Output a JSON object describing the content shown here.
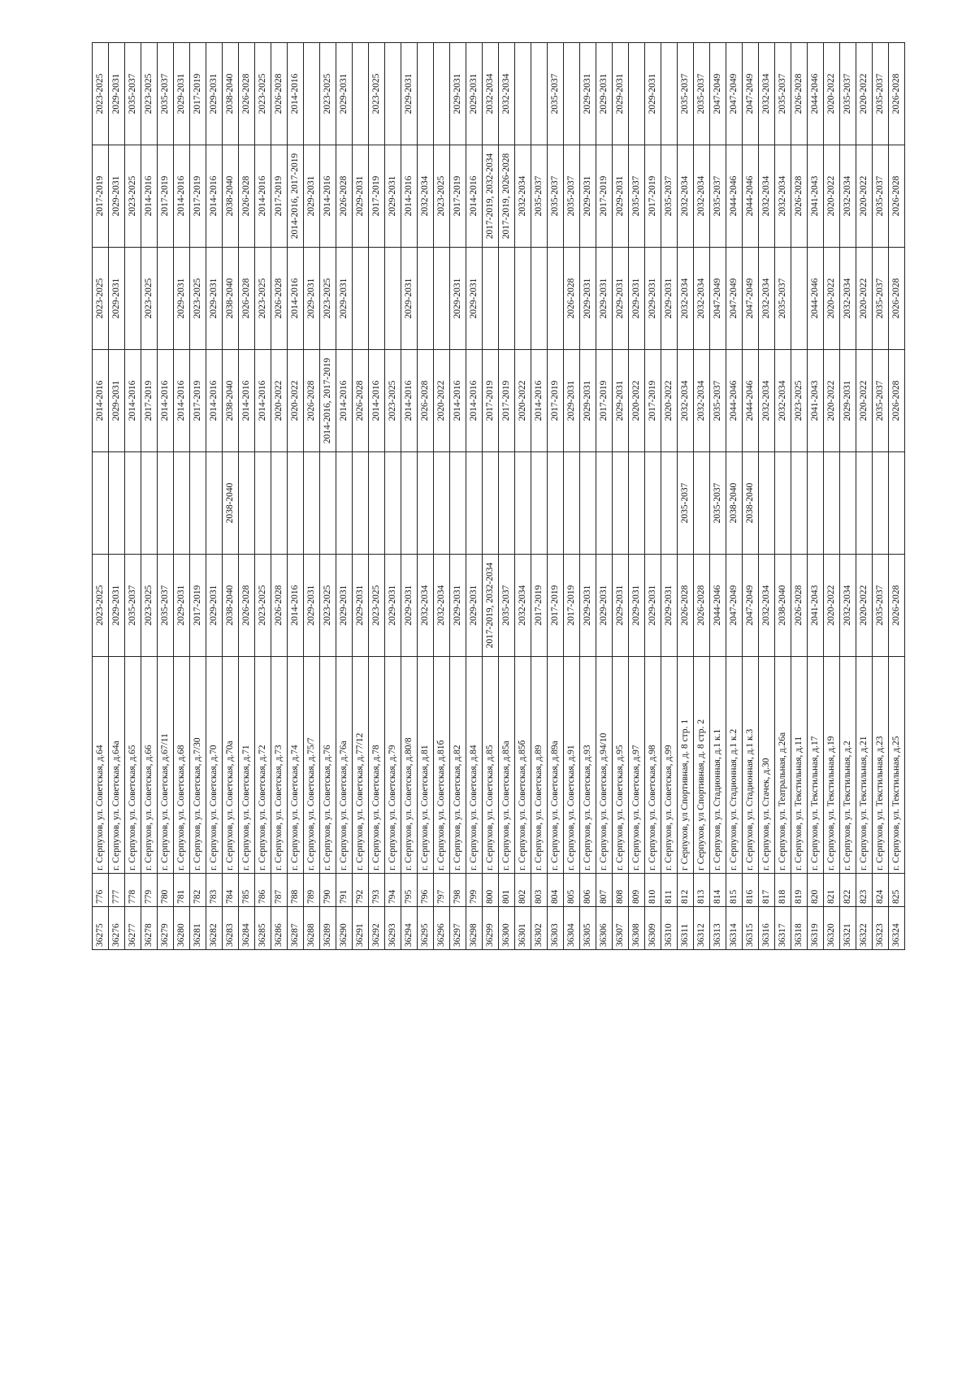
{
  "rows": [
    {
      "id": "36275",
      "no": "776",
      "address": "г. Серпухов, ул. Советская, д.64",
      "c1": "2023-2025",
      "c2": "",
      "c3": "2014-2016",
      "c4": "2023-2025",
      "c5": "2017-2019",
      "c6": "2023-2025"
    },
    {
      "id": "36276",
      "no": "777",
      "address": "г. Серпухов, ул. Советская, д.64а",
      "c1": "2029-2031",
      "c2": "",
      "c3": "2029-2031",
      "c4": "2029-2031",
      "c5": "2029-2031",
      "c6": "2029-2031"
    },
    {
      "id": "36277",
      "no": "778",
      "address": "г. Серпухов, ул. Советская, д.65",
      "c1": "2035-2037",
      "c2": "",
      "c3": "2014-2016",
      "c4": "",
      "c5": "2023-2025",
      "c6": "2035-2037"
    },
    {
      "id": "36278",
      "no": "779",
      "address": "г. Серпухов, ул. Советская, д.66",
      "c1": "2023-2025",
      "c2": "",
      "c3": "2017-2019",
      "c4": "2023-2025",
      "c5": "2014-2016",
      "c6": "2023-2025"
    },
    {
      "id": "36279",
      "no": "780",
      "address": "г. Серпухов, ул. Советская, д.67/11",
      "c1": "2035-2037",
      "c2": "",
      "c3": "2014-2016",
      "c4": "",
      "c5": "2017-2019",
      "c6": "2035-2037"
    },
    {
      "id": "36280",
      "no": "781",
      "address": "г. Серпухов, ул. Советская, д.68",
      "c1": "2029-2031",
      "c2": "",
      "c3": "2014-2016",
      "c4": "2029-2031",
      "c5": "2014-2016",
      "c6": "2029-2031"
    },
    {
      "id": "36281",
      "no": "782",
      "address": "г. Серпухов, ул. Советская, д.7/30",
      "c1": "2017-2019",
      "c2": "",
      "c3": "2017-2019",
      "c4": "2023-2025",
      "c5": "2017-2019",
      "c6": "2017-2019"
    },
    {
      "id": "36282",
      "no": "783",
      "address": "г. Серпухов, ул. Советская, д.70",
      "c1": "2029-2031",
      "c2": "",
      "c3": "2014-2016",
      "c4": "2029-2031",
      "c5": "2014-2016",
      "c6": "2029-2031"
    },
    {
      "id": "36283",
      "no": "784",
      "address": "г. Серпухов, ул. Советская, д.70а",
      "c1": "2038-2040",
      "c2": "2038-2040",
      "c3": "2038-2040",
      "c4": "2038-2040",
      "c5": "2038-2040",
      "c6": "2038-2040"
    },
    {
      "id": "36284",
      "no": "785",
      "address": "г. Серпухов, ул. Советская, д.71",
      "c1": "2026-2028",
      "c2": "",
      "c3": "2014-2016",
      "c4": "2026-2028",
      "c5": "2026-2028",
      "c6": "2026-2028"
    },
    {
      "id": "36285",
      "no": "786",
      "address": "г. Серпухов, ул. Советская, д.72",
      "c1": "2023-2025",
      "c2": "",
      "c3": "2014-2016",
      "c4": "2023-2025",
      "c5": "2014-2016",
      "c6": "2023-2025"
    },
    {
      "id": "36286",
      "no": "787",
      "address": "г. Серпухов, ул. Советская, д.73",
      "c1": "2026-2028",
      "c2": "",
      "c3": "2020-2022",
      "c4": "2026-2028",
      "c5": "2017-2019",
      "c6": "2026-2028"
    },
    {
      "id": "36287",
      "no": "788",
      "address": "г. Серпухов, ул. Советская, д.74",
      "c1": "2014-2016",
      "c2": "",
      "c3": "2020-2022",
      "c4": "2014-2016",
      "c5": "2014-2016, 2017-2019",
      "c6": "2014-2016"
    },
    {
      "id": "36288",
      "no": "789",
      "address": "г. Серпухов, ул. Советская, д.75/7",
      "c1": "2029-2031",
      "c2": "",
      "c3": "2026-2028",
      "c4": "2029-2031",
      "c5": "2029-2031",
      "c6": ""
    },
    {
      "id": "36289",
      "no": "790",
      "address": "г. Серпухов, ул. Советская, д.76",
      "c1": "2023-2025",
      "c2": "",
      "c3": "2014-2016, 2017-2019",
      "c4": "2023-2025",
      "c5": "2014-2016",
      "c6": "2023-2025"
    },
    {
      "id": "36290",
      "no": "791",
      "address": "г. Серпухов, ул. Советская, д.76а",
      "c1": "2029-2031",
      "c2": "",
      "c3": "2014-2016",
      "c4": "2029-2031",
      "c5": "2026-2028",
      "c6": "2029-2031"
    },
    {
      "id": "36291",
      "no": "792",
      "address": "г. Серпухов, ул. Советская, д.77/12",
      "c1": "2029-2031",
      "c2": "",
      "c3": "2026-2028",
      "c4": "",
      "c5": "2029-2031",
      "c6": ""
    },
    {
      "id": "36292",
      "no": "793",
      "address": "г. Серпухов, ул. Советская, д.78",
      "c1": "2023-2025",
      "c2": "",
      "c3": "2014-2016",
      "c4": "",
      "c5": "2017-2019",
      "c6": "2023-2025"
    },
    {
      "id": "36293",
      "no": "794",
      "address": "г. Серпухов, ул. Советская, д.79",
      "c1": "2029-2031",
      "c2": "",
      "c3": "2023-2025",
      "c4": "",
      "c5": "2029-2031",
      "c6": ""
    },
    {
      "id": "36294",
      "no": "795",
      "address": "г. Серпухов, ул. Советская, д.80/8",
      "c1": "2029-2031",
      "c2": "",
      "c3": "2014-2016",
      "c4": "2029-2031",
      "c5": "2014-2016",
      "c6": "2029-2031"
    },
    {
      "id": "36295",
      "no": "796",
      "address": "г. Серпухов, ул. Советская, д.81",
      "c1": "2032-2034",
      "c2": "",
      "c3": "2026-2028",
      "c4": "",
      "c5": "2032-2034",
      "c6": ""
    },
    {
      "id": "36296",
      "no": "797",
      "address": "г. Серпухов, ул. Советская, д.81б",
      "c1": "2032-2034",
      "c2": "",
      "c3": "2020-2022",
      "c4": "",
      "c5": "2023-2025",
      "c6": ""
    },
    {
      "id": "36297",
      "no": "798",
      "address": "г. Серпухов, ул. Советская, д.82",
      "c1": "2029-2031",
      "c2": "",
      "c3": "2014-2016",
      "c4": "2029-2031",
      "c5": "2017-2019",
      "c6": "2029-2031"
    },
    {
      "id": "36298",
      "no": "799",
      "address": "г. Серпухов, ул. Советская, д.84",
      "c1": "2029-2031",
      "c2": "",
      "c3": "2014-2016",
      "c4": "2029-2031",
      "c5": "2014-2016",
      "c6": "2029-2031"
    },
    {
      "id": "36299",
      "no": "800",
      "address": "г. Серпухов, ул. Советская, д.85",
      "c1": "2017-2019, 2032-2034",
      "c2": "",
      "c3": "2017-2019",
      "c4": "",
      "c5": "2017-2019, 2032-2034",
      "c6": "2032-2034"
    },
    {
      "id": "36300",
      "no": "801",
      "address": "г. Серпухов, ул. Советская, д.85а",
      "c1": "2035-2037",
      "c2": "",
      "c3": "2017-2019",
      "c4": "",
      "c5": "2017-2019, 2026-2028",
      "c6": "2032-2034"
    },
    {
      "id": "36301",
      "no": "802",
      "address": "г. Серпухов, ул. Советская, д.85б",
      "c1": "2032-2034",
      "c2": "",
      "c3": "2020-2022",
      "c4": "",
      "c5": "2032-2034",
      "c6": ""
    },
    {
      "id": "36302",
      "no": "803",
      "address": "г. Серпухов, ул. Советская, д.89",
      "c1": "2017-2019",
      "c2": "",
      "c3": "2014-2016",
      "c4": "",
      "c5": "2035-2037",
      "c6": ""
    },
    {
      "id": "36303",
      "no": "804",
      "address": "г. Серпухов, ул. Советская, д.89а",
      "c1": "2017-2019",
      "c2": "",
      "c3": "2017-2019",
      "c4": "",
      "c5": "2035-2037",
      "c6": "2035-2037"
    },
    {
      "id": "36304",
      "no": "805",
      "address": "г. Серпухов, ул. Советская, д.91",
      "c1": "2017-2019",
      "c2": "",
      "c3": "2029-2031",
      "c4": "2026-2028",
      "c5": "2035-2037",
      "c6": ""
    },
    {
      "id": "36305",
      "no": "806",
      "address": "г. Серпухов, ул. Советская, д.93",
      "c1": "2029-2031",
      "c2": "",
      "c3": "2029-2031",
      "c4": "2029-2031",
      "c5": "2029-2031",
      "c6": "2029-2031"
    },
    {
      "id": "36306",
      "no": "807",
      "address": "г. Серпухов, ул. Советская, д.94/10",
      "c1": "2029-2031",
      "c2": "",
      "c3": "2017-2019",
      "c4": "2029-2031",
      "c5": "2017-2019",
      "c6": "2029-2031"
    },
    {
      "id": "36307",
      "no": "808",
      "address": "г. Серпухов, ул. Советская, д.95",
      "c1": "2029-2031",
      "c2": "",
      "c3": "2029-2031",
      "c4": "2029-2031",
      "c5": "2029-2031",
      "c6": "2029-2031"
    },
    {
      "id": "36308",
      "no": "809",
      "address": "г. Серпухов, ул. Советская, д.97",
      "c1": "2029-2031",
      "c2": "",
      "c3": "2020-2022",
      "c4": "2029-2031",
      "c5": "2035-2037",
      "c6": ""
    },
    {
      "id": "36309",
      "no": "810",
      "address": "г. Серпухов, ул. Советская, д.98",
      "c1": "2029-2031",
      "c2": "",
      "c3": "2017-2019",
      "c4": "2029-2031",
      "c5": "2017-2019",
      "c6": "2029-2031"
    },
    {
      "id": "36310",
      "no": "811",
      "address": "г. Серпухов, ул. Советская, д.99",
      "c1": "2029-2031",
      "c2": "",
      "c3": "2020-2022",
      "c4": "2029-2031",
      "c5": "2035-2037",
      "c6": ""
    },
    {
      "id": "36311",
      "no": "812",
      "address": "г Серпухов, ул Спортивная, д. 8 стр. 1",
      "c1": "2026-2028",
      "c2": "2035-2037",
      "c3": "2032-2034",
      "c4": "2032-2034",
      "c5": "2032-2034",
      "c6": "2035-2037"
    },
    {
      "id": "36312",
      "no": "813",
      "address": "г Серпухов, ул Спортивная, д. 8 стр. 2",
      "c1": "2026-2028",
      "c2": "",
      "c3": "2032-2034",
      "c4": "2032-2034",
      "c5": "2032-2034",
      "c6": "2035-2037"
    },
    {
      "id": "36313",
      "no": "814",
      "address": "г. Серпухов, ул. Стадионная, д.1 к.1",
      "c1": "2044-2046",
      "c2": "2035-2037",
      "c3": "2035-2037",
      "c4": "2047-2049",
      "c5": "2035-2037",
      "c6": "2047-2049"
    },
    {
      "id": "36314",
      "no": "815",
      "address": "г. Серпухов, ул. Стадионная, д.1 к.2",
      "c1": "2047-2049",
      "c2": "2038-2040",
      "c3": "2044-2046",
      "c4": "2047-2049",
      "c5": "2044-2046",
      "c6": "2047-2049"
    },
    {
      "id": "36315",
      "no": "816",
      "address": "г. Серпухов, ул. Стадионная, д.1 к.3",
      "c1": "2047-2049",
      "c2": "2038-2040",
      "c3": "2044-2046",
      "c4": "2047-2049",
      "c5": "2044-2046",
      "c6": "2047-2049"
    },
    {
      "id": "36316",
      "no": "817",
      "address": "г. Серпухов, ул. Стачек, д.30",
      "c1": "2032-2034",
      "c2": "",
      "c3": "2032-2034",
      "c4": "2032-2034",
      "c5": "2032-2034",
      "c6": "2032-2034"
    },
    {
      "id": "36317",
      "no": "818",
      "address": "г. Серпухов, ул. Театральная, д.26а",
      "c1": "2038-2040",
      "c2": "",
      "c3": "2032-2034",
      "c4": "2035-2037",
      "c5": "2032-2034",
      "c6": "2035-2037"
    },
    {
      "id": "36318",
      "no": "819",
      "address": "г. Серпухов, ул. Текстильная, д.11",
      "c1": "2026-2028",
      "c2": "",
      "c3": "2023-2025",
      "c4": "",
      "c5": "2026-2028",
      "c6": "2026-2028"
    },
    {
      "id": "36319",
      "no": "820",
      "address": "г. Серпухов, ул. Текстильная, д.17",
      "c1": "2041-2043",
      "c2": "",
      "c3": "2041-2043",
      "c4": "2044-2046",
      "c5": "2041-2043",
      "c6": "2044-2046"
    },
    {
      "id": "36320",
      "no": "821",
      "address": "г. Серпухов, ул. Текстильная, д.19",
      "c1": "2020-2022",
      "c2": "",
      "c3": "2020-2022",
      "c4": "2020-2022",
      "c5": "2020-2022",
      "c6": "2020-2022"
    },
    {
      "id": "36321",
      "no": "822",
      "address": "г. Серпухов, ул. Текстильная, д.2",
      "c1": "2032-2034",
      "c2": "",
      "c3": "2029-2031",
      "c4": "2032-2034",
      "c5": "2032-2034",
      "c6": "2035-2037"
    },
    {
      "id": "36322",
      "no": "823",
      "address": "г. Серпухов, ул. Текстильная, д.21",
      "c1": "2020-2022",
      "c2": "",
      "c3": "2020-2022",
      "c4": "2020-2022",
      "c5": "2020-2022",
      "c6": "2020-2022"
    },
    {
      "id": "36323",
      "no": "824",
      "address": "г. Серпухов, ул. Текстильная, д.23",
      "c1": "2035-2037",
      "c2": "",
      "c3": "2035-2037",
      "c4": "2035-2037",
      "c5": "2035-2037",
      "c6": "2035-2037"
    },
    {
      "id": "36324",
      "no": "825",
      "address": "г. Серпухов, ул. Текстильная, д.25",
      "c1": "2026-2028",
      "c2": "",
      "c3": "2026-2028",
      "c4": "2026-2028",
      "c5": "2026-2028",
      "c6": "2026-2028"
    }
  ]
}
